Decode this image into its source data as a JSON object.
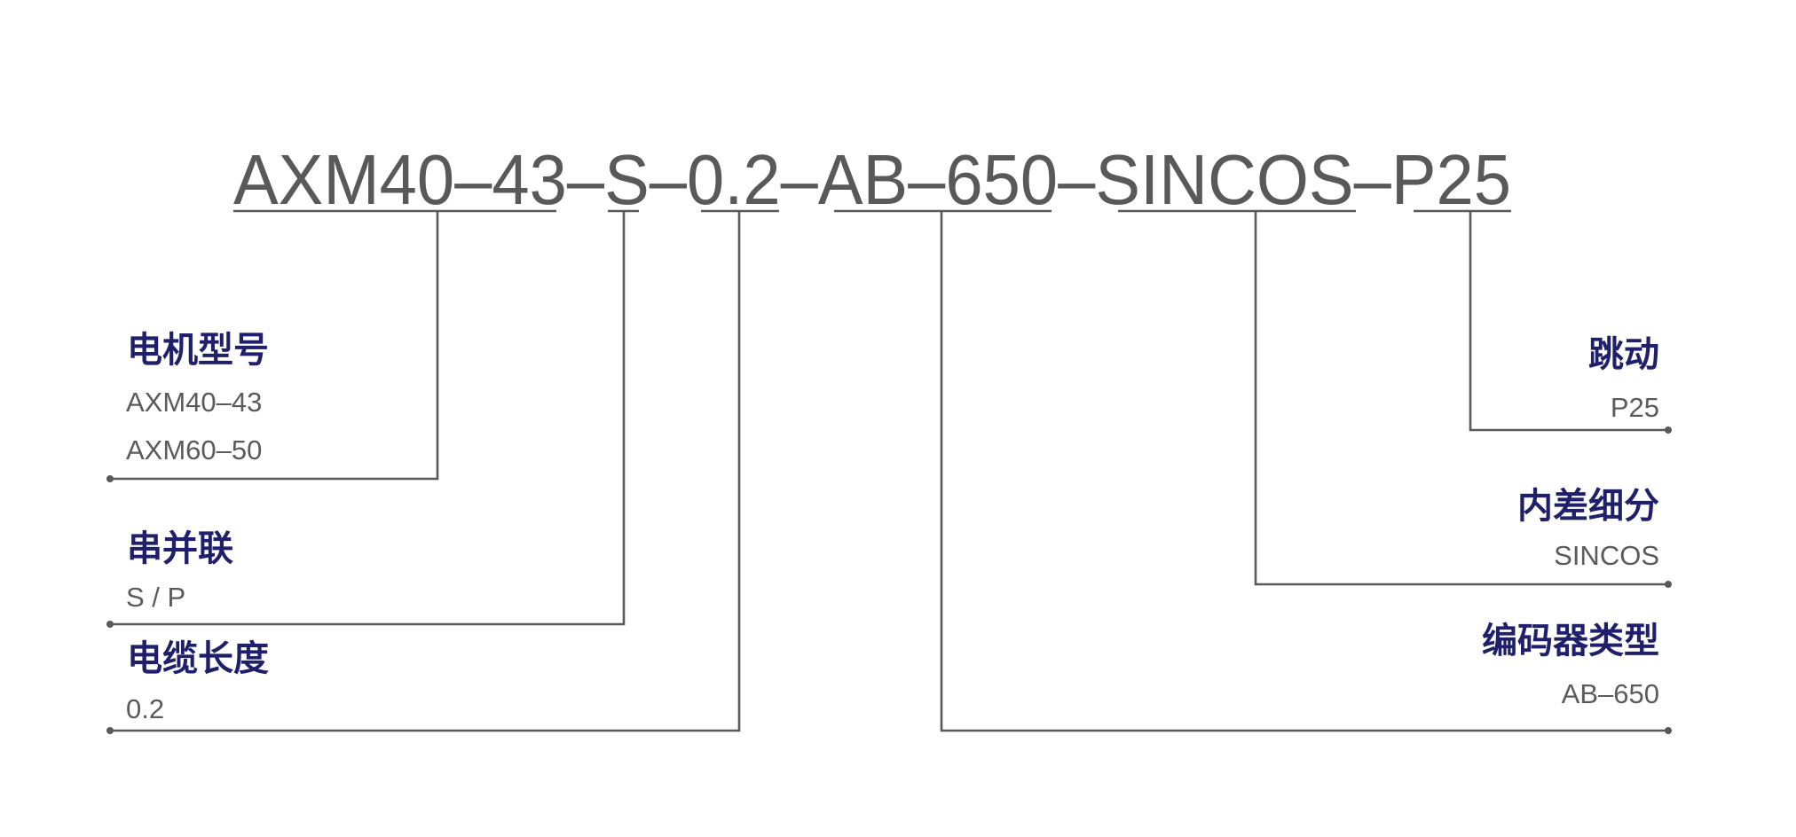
{
  "model_code": "AXM40–43–S–0.2–AB–650–SINCOS–P25",
  "segments": [
    "AXM40–43",
    "S",
    "0.2",
    "AB–650",
    "SINCOS",
    "P25"
  ],
  "left_groups": [
    {
      "title": "电机型号",
      "values": [
        "AXM40–43",
        "AXM60–50"
      ]
    },
    {
      "title": "串并联",
      "values": [
        "S / P"
      ]
    },
    {
      "title": "电缆长度",
      "values": [
        "0.2"
      ]
    }
  ],
  "right_groups": [
    {
      "title": "跳动",
      "values": [
        "P25"
      ]
    },
    {
      "title": "内差细分",
      "values": [
        "SINCOS"
      ]
    },
    {
      "title": "编码器类型",
      "values": [
        "AB–650"
      ]
    }
  ],
  "colors": {
    "code": "#59595b",
    "title": "#1f1f6b",
    "value": "#5b5b5e",
    "line": "#59595b"
  }
}
